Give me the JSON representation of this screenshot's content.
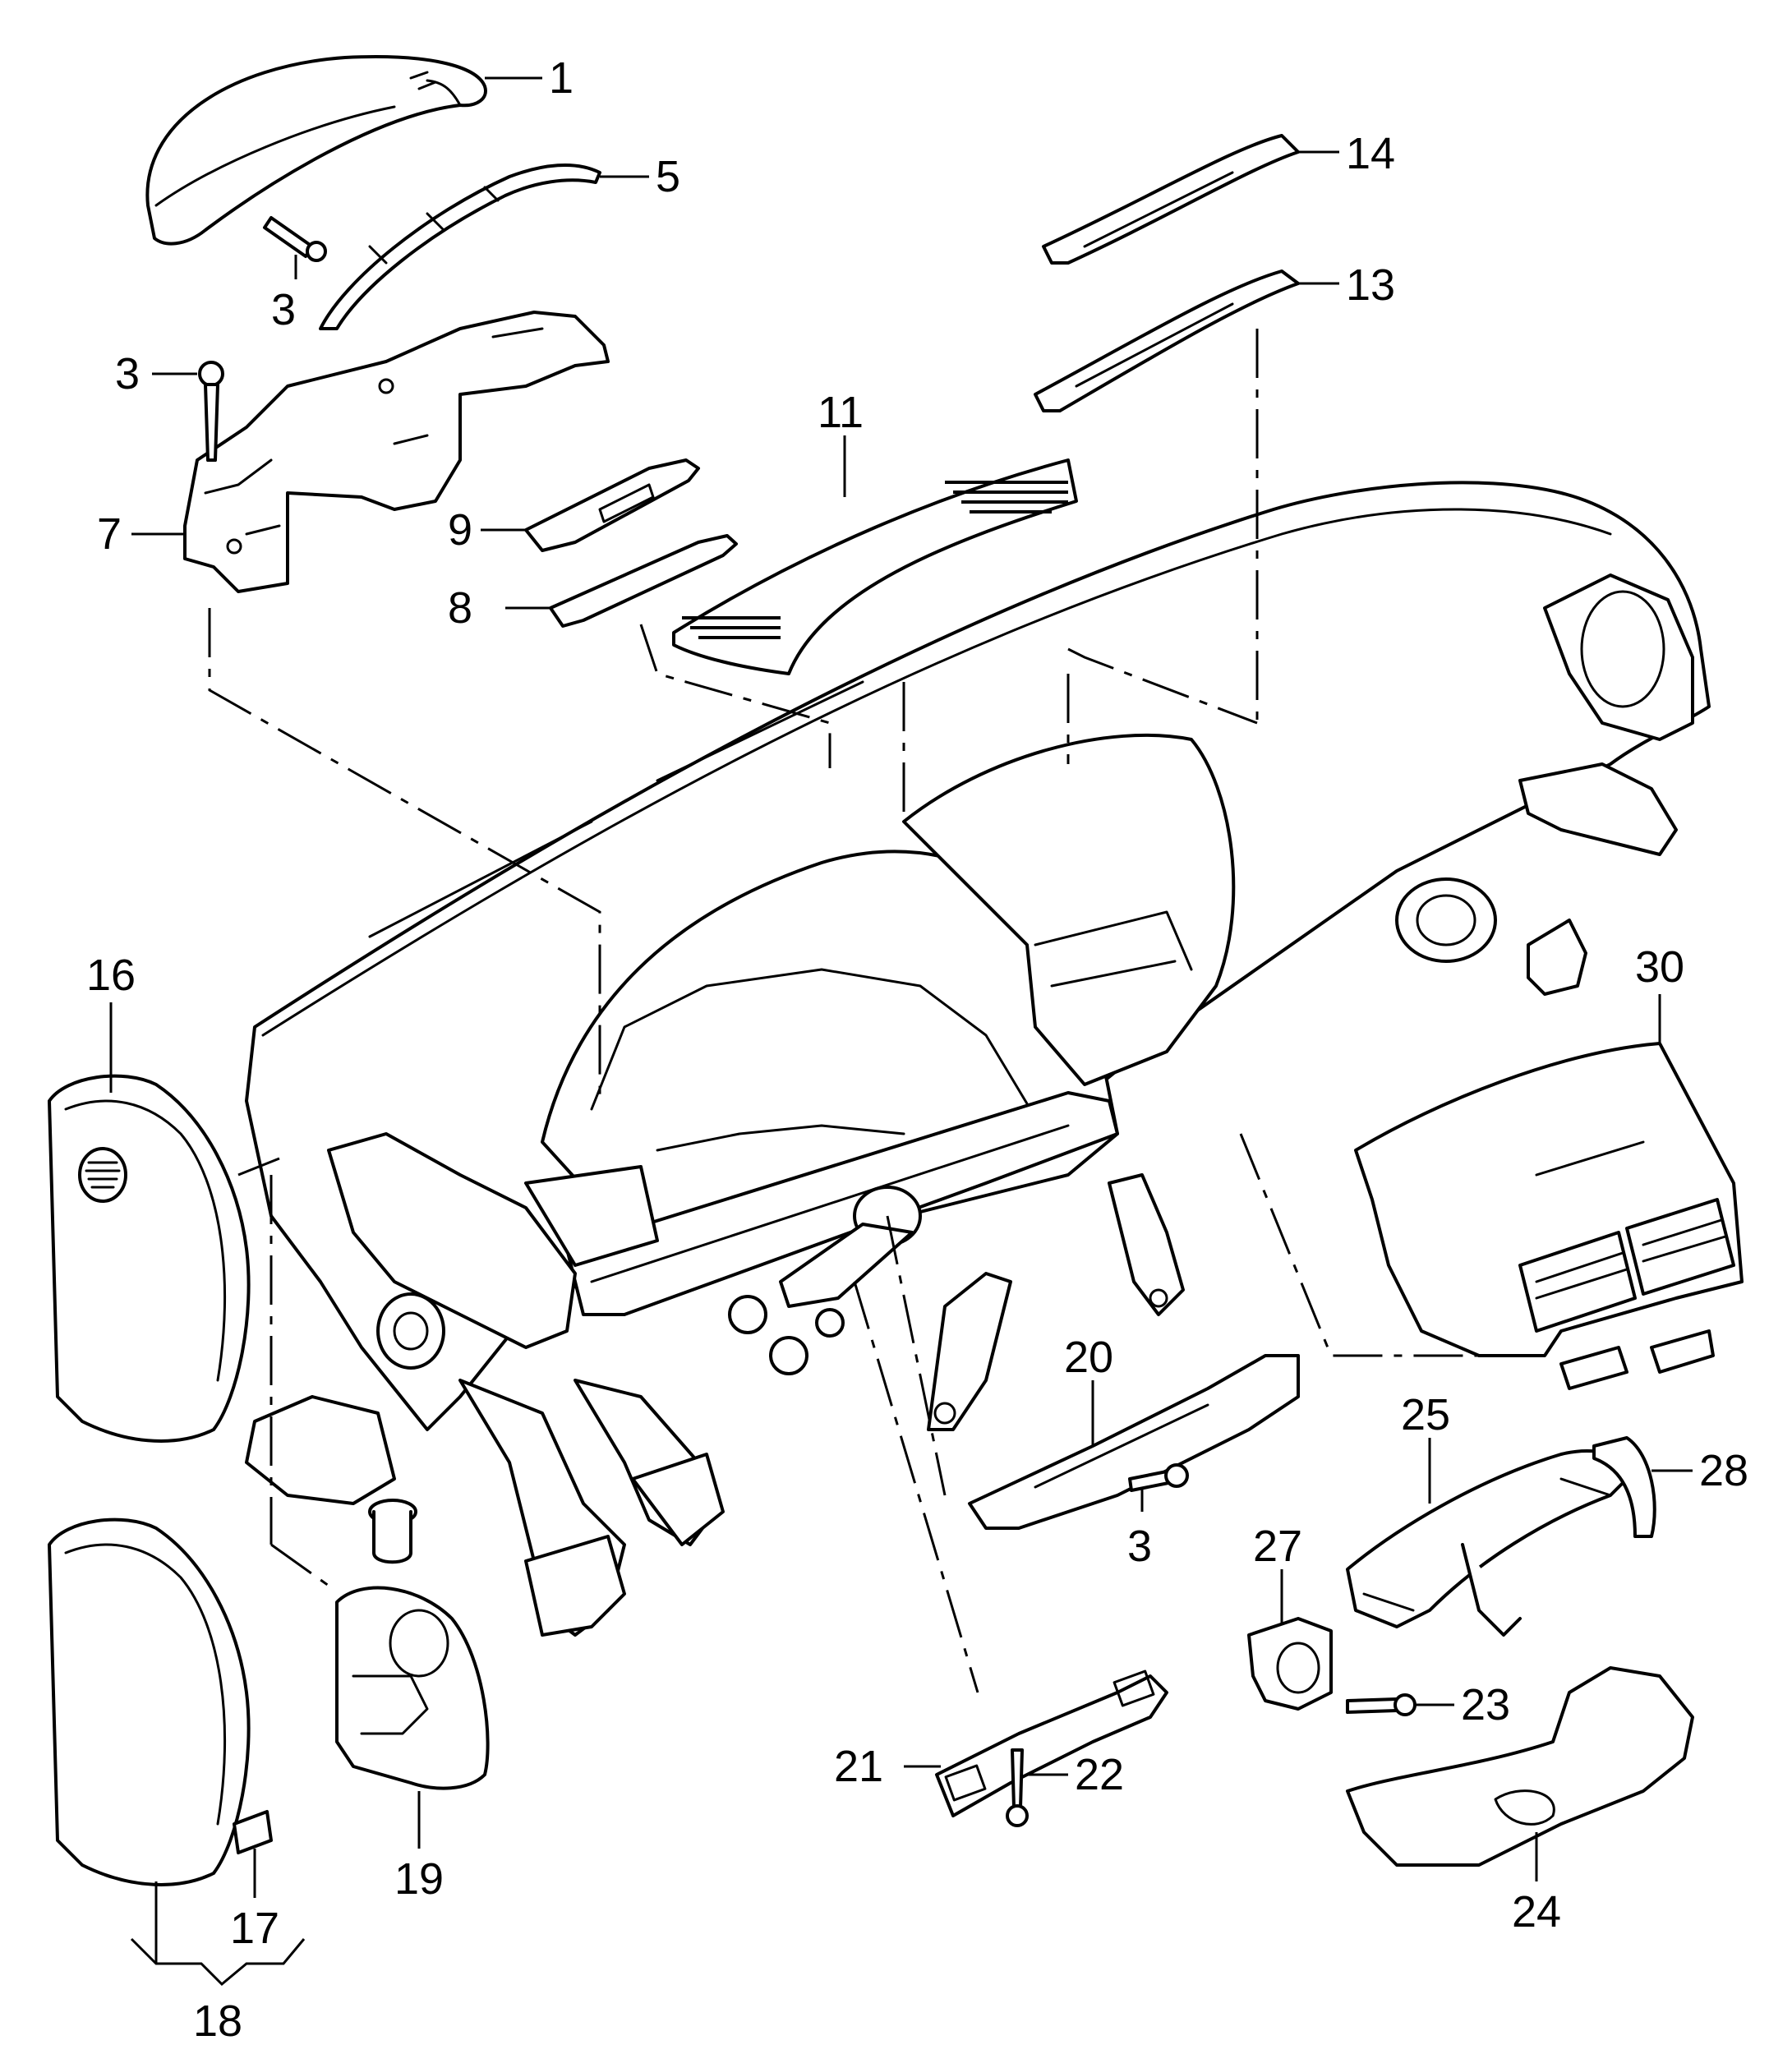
{
  "callouts": [
    {
      "id": "c1",
      "label": "1"
    },
    {
      "id": "c5",
      "label": "5"
    },
    {
      "id": "c3a",
      "label": "3"
    },
    {
      "id": "c3b",
      "label": "3"
    },
    {
      "id": "c7",
      "label": "7"
    },
    {
      "id": "c9",
      "label": "9"
    },
    {
      "id": "c8",
      "label": "8"
    },
    {
      "id": "c11",
      "label": "11"
    },
    {
      "id": "c14",
      "label": "14"
    },
    {
      "id": "c13",
      "label": "13"
    },
    {
      "id": "c16",
      "label": "16"
    },
    {
      "id": "c30",
      "label": "30"
    },
    {
      "id": "c20",
      "label": "20"
    },
    {
      "id": "c3c",
      "label": "3"
    },
    {
      "id": "c25",
      "label": "25"
    },
    {
      "id": "c28",
      "label": "28"
    },
    {
      "id": "c27",
      "label": "27"
    },
    {
      "id": "c23",
      "label": "23"
    },
    {
      "id": "c21",
      "label": "21"
    },
    {
      "id": "c22",
      "label": "22"
    },
    {
      "id": "c24",
      "label": "24"
    },
    {
      "id": "c19",
      "label": "19"
    },
    {
      "id": "c17",
      "label": "17"
    },
    {
      "id": "c18",
      "label": "18"
    }
  ]
}
